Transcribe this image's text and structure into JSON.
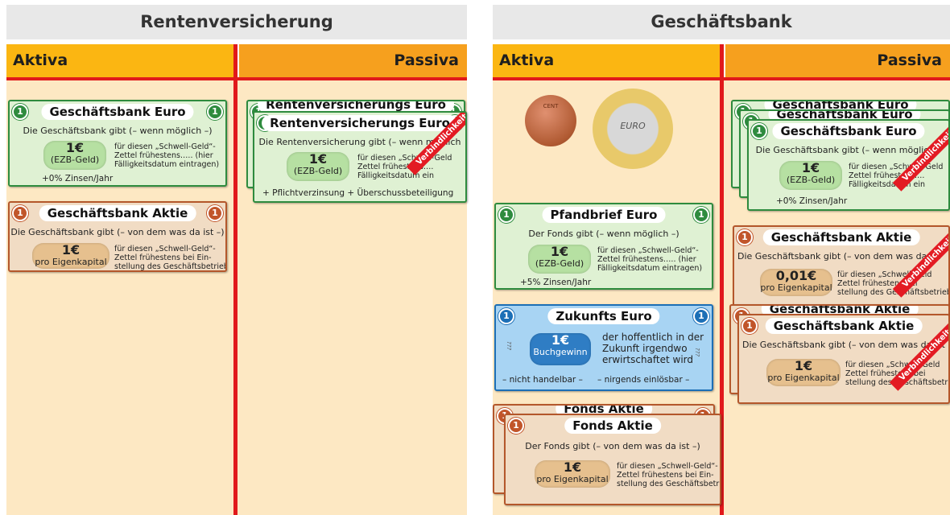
{
  "left": {
    "title": "Rentenversicherung",
    "aktiva": "Aktiva",
    "passiva": "Passiva",
    "gb_euro": {
      "badge": "1",
      "title": "Geschäftsbank Euro",
      "line": "Die Geschäftsbank gibt (– wenn möglich –)",
      "amount": "1€",
      "unit": "(EZB-Geld)",
      "desc1": "für diesen „Schwell-Geld“-",
      "desc2": "Zettel frühestens….. (hier",
      "desc3": "Fälligkeitsdatum eintragen)",
      "footer": "+0% Zinsen/Jahr"
    },
    "gb_aktie": {
      "badge": "1",
      "title": "Geschäftsbank Aktie",
      "line": "Die Geschäftsbank gibt (– von dem was da ist –)",
      "amount": "1€",
      "unit": "pro Eigenkapital",
      "desc1": "für diesen „Schwell-Geld“-",
      "desc2": "Zettel frühestens bei Ein-",
      "desc3": "stellung des Geschäftsbetriebs"
    },
    "rv_euro": {
      "badge": "1",
      "title": "Rentenversicherungs Euro",
      "ghost_title": "Rentenversicherungs Euro",
      "line": "Die Rentenversicherung gibt (– wenn möglich",
      "amount": "1€",
      "unit": "(EZB-Geld)",
      "desc1": "für diesen „Schwell-Geld",
      "desc2": "Zettel frühestens….",
      "desc3": "Fälligkeitsdatum ein",
      "footer": "+ Pflichtverzinsung + Überschussbeteiligung",
      "sash": "Verbindlichkeit"
    }
  },
  "right": {
    "title": "Geschäftsbank",
    "aktiva": "Aktiva",
    "passiva": "Passiva",
    "pfandbrief": {
      "badge": "1",
      "title": "Pfandbrief Euro",
      "line": "Der Fonds gibt (– wenn möglich –)",
      "amount": "1€",
      "unit": "(EZB-Geld)",
      "desc1": "für diesen „Schwell-Geld“-",
      "desc2": "Zettel frühestens….. (hier",
      "desc3": "Fälligkeitsdatum eintragen)",
      "footer": "+5% Zinsen/Jahr"
    },
    "zukunft": {
      "badge": "1",
      "title": "Zukunfts Euro",
      "amount": "1€",
      "unit": "Buchgewinn",
      "desc1": "der hoffentlich in der",
      "desc2": "Zukunft irgendwo",
      "desc3": "erwirtschaftet wird",
      "foot1": "– nicht handelbar –",
      "foot2": "– nirgends einlösbar –",
      "marks": "???"
    },
    "fonds_aktie": {
      "badge": "1",
      "title": "Fonds Aktie",
      "ghost_title": "Fonds Aktie",
      "line": "Der Fonds gibt (– von dem was da ist –)",
      "amount": "1€",
      "unit": "pro Eigenkapital",
      "desc1": "für diesen „Schwell-Geld“-",
      "desc2": "Zettel frühestens bei Ein-",
      "desc3": "stellung des Geschäftsbetriebs"
    },
    "gb_euro": {
      "badge": "1",
      "title": "Geschäftsbank Euro",
      "ghost_title": "Geschäftsbank Euro",
      "line": "Die Geschäftsbank gibt (– wenn möglich –",
      "amount": "1€",
      "unit": "(EZB-Geld)",
      "desc1": "für diesen „Schwell-Geld",
      "desc2": "Zettel frühestens….",
      "desc3": "Fälligkeitsdatum ein",
      "footer": "+0% Zinsen/Jahr",
      "sash": "Verbindlichkeit"
    },
    "gb_aktie_a": {
      "badge": "1",
      "title": "Geschäftsbank Aktie",
      "line": "Die Geschäftsbank gibt (– von dem was da ist",
      "amount": "0,01€",
      "unit": "pro Eigenkapital",
      "desc1": "für diesen „Schwell-Geld",
      "desc2": "Zettel frühestens bei",
      "desc3": "stellung des Geschäftsbetriebs",
      "sash": "Verbindlichkeit"
    },
    "gb_aktie_b": {
      "badge": "1",
      "title": "Geschäftsbank Aktie",
      "ghost_title": "Geschäftsbank Aktie",
      "line": "Die Geschäftsbank gibt (– von dem was da ist",
      "amount": "1€",
      "unit": "pro Eigenkapital",
      "desc1": "für diesen „Schwell-Geld",
      "desc2": "Zettel frühestens bei",
      "desc3": "stellung des Geschäftsbetriebs",
      "sash": "Verbindlichkeit"
    },
    "coin_small": "CENT",
    "coin_big": "EURO"
  },
  "colors": {
    "aktiva_head": "#fbb612",
    "passiva_head": "#f6a01e",
    "body": "#fde8c3",
    "divider": "#e1191b",
    "green_note": "#dff1d3",
    "brown_note": "#f1dcc4",
    "blue_note": "#a8d4f3"
  }
}
